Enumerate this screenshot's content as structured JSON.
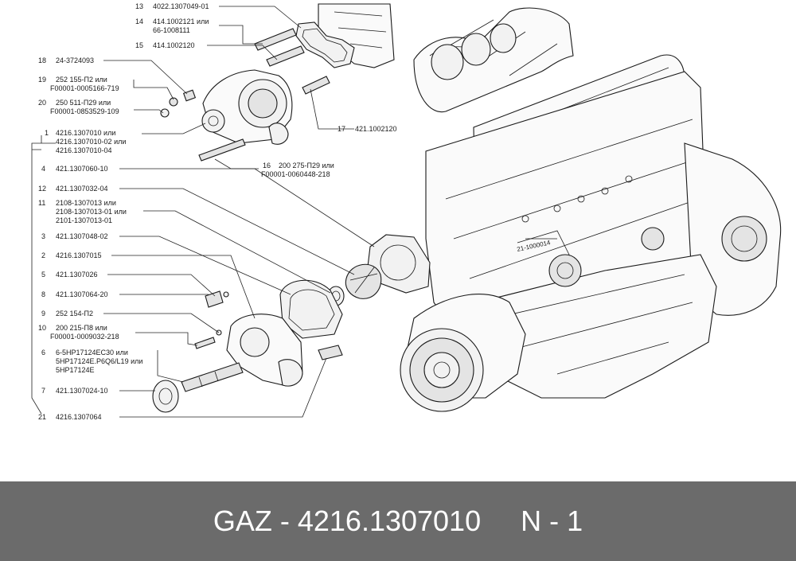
{
  "callouts": [
    {
      "num": "13",
      "lines": [
        "4022.1307049-01"
      ]
    },
    {
      "num": "14",
      "lines": [
        "414.1002121 или",
        "66-1008111"
      ]
    },
    {
      "num": "15",
      "lines": [
        "414.1002120"
      ]
    },
    {
      "num": "18",
      "lines": [
        "24-3724093"
      ]
    },
    {
      "num": "19",
      "lines": [
        "252 155-П2 или",
        "F00001-0005166-719"
      ]
    },
    {
      "num": "20",
      "lines": [
        "250 511-П29 или",
        "F00001-0853529-109"
      ]
    },
    {
      "num": "1",
      "lines": [
        "4216.1307010 или",
        "4216.1307010-02 или",
        "4216.1307010-04"
      ]
    },
    {
      "num": "17",
      "lines": [
        "421.1002120"
      ]
    },
    {
      "num": "16",
      "lines": [
        "200 275-П29 или",
        "F00001-0060448-218"
      ]
    },
    {
      "num": "4",
      "lines": [
        "421.1307060-10"
      ]
    },
    {
      "num": "12",
      "lines": [
        "421.1307032-04"
      ]
    },
    {
      "num": "11",
      "lines": [
        "2108-1307013 или",
        "2108-1307013-01 или",
        "2101-1307013-01"
      ]
    },
    {
      "num": "3",
      "lines": [
        "421.1307048-02"
      ]
    },
    {
      "num": "2",
      "lines": [
        "4216.1307015"
      ]
    },
    {
      "num": "5",
      "lines": [
        "421.1307026"
      ]
    },
    {
      "num": "8",
      "lines": [
        "421.1307064-20"
      ]
    },
    {
      "num": "9",
      "lines": [
        "252 154-П2"
      ]
    },
    {
      "num": "10",
      "lines": [
        "200 215-П8 или",
        "F00001-0009032-218"
      ]
    },
    {
      "num": "6",
      "lines": [
        "6-5HP17124EC30 или",
        "5HP17124E.P6Q6/L19 или",
        "5HP17124E"
      ]
    },
    {
      "num": "7",
      "lines": [
        "421.1307024-10"
      ]
    },
    {
      "num": "21",
      "lines": [
        "4216.1307064"
      ]
    }
  ],
  "engine_plate": "21-1000014",
  "footer": {
    "text": "GAZ - 4216.1307010     N - 1"
  }
}
